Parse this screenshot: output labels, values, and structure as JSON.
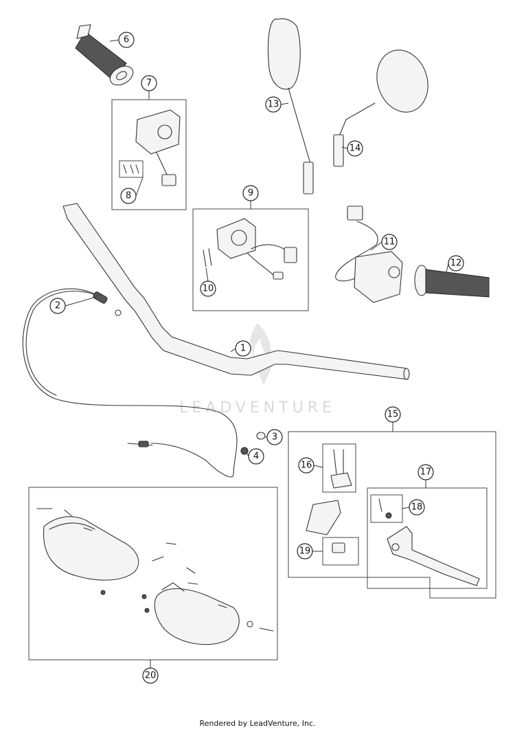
{
  "callouts": [
    "1",
    "2",
    "3",
    "4",
    "6",
    "7",
    "8",
    "9",
    "10",
    "11",
    "12",
    "13",
    "14",
    "15",
    "16",
    "17",
    "18",
    "19",
    "20"
  ],
  "watermark": "LEADVENTURE",
  "footer": "Rendered by LeadVenture, Inc."
}
